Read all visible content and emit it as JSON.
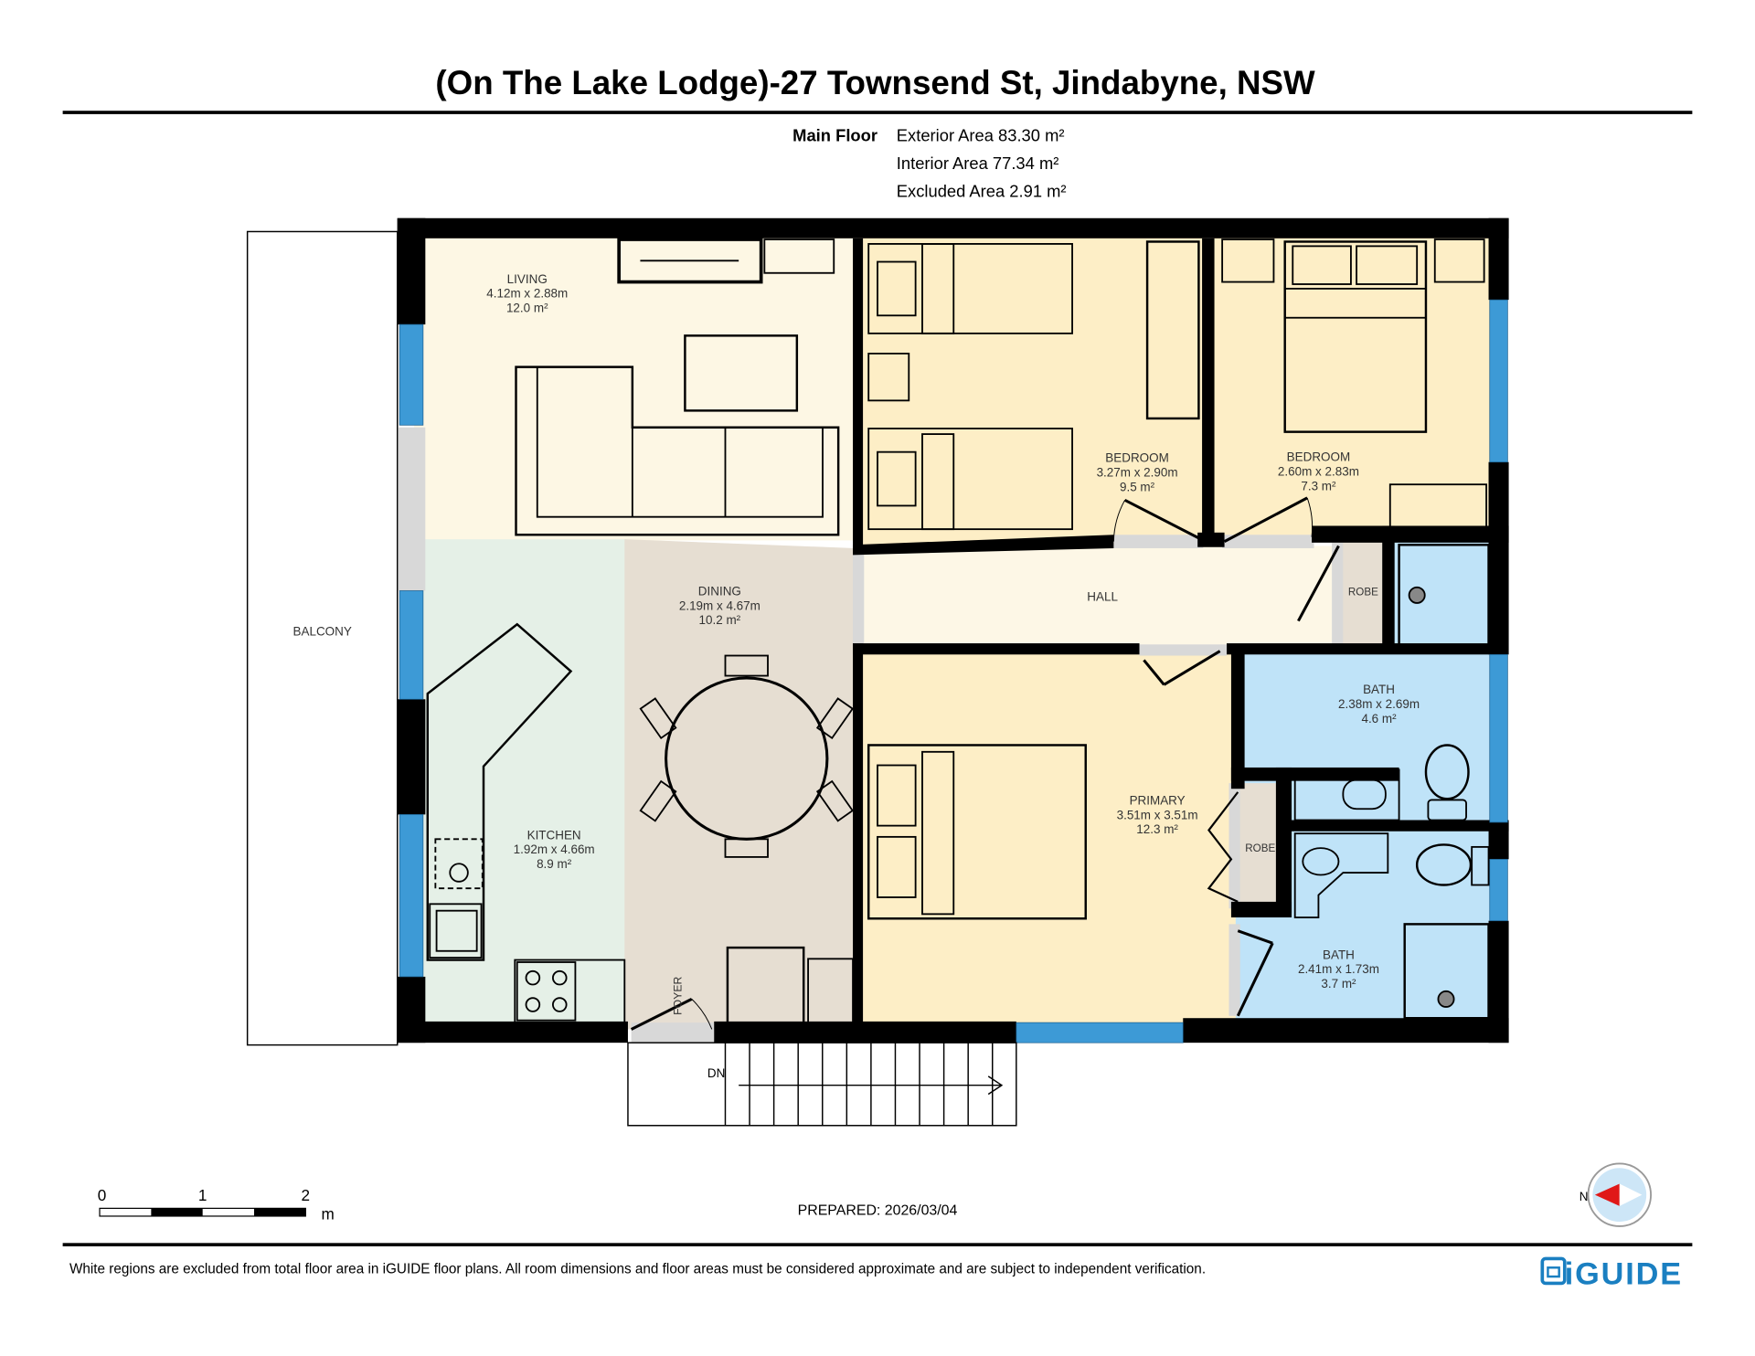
{
  "title": "(On The Lake Lodge)-27 Townsend St, Jindabyne, NSW",
  "summary": {
    "floor": "Main Floor",
    "exterior": "Exterior Area 83.30 m²",
    "interior": "Interior Area 77.34 m²",
    "excluded": "Excluded Area 2.91 m²"
  },
  "rooms": {
    "living": {
      "name": "LIVING",
      "dims": "4.12m x 2.88m",
      "area": "12.0 m²"
    },
    "bedroom1": {
      "name": "BEDROOM",
      "dims": "3.27m x 2.90m",
      "area": "9.5 m²"
    },
    "bedroom2": {
      "name": "BEDROOM",
      "dims": "2.60m x 2.83m",
      "area": "7.3 m²"
    },
    "dining": {
      "name": "DINING",
      "dims": "2.19m x 4.67m",
      "area": "10.2 m²"
    },
    "kitchen": {
      "name": "KITCHEN",
      "dims": "1.92m x 4.66m",
      "area": "8.9 m²"
    },
    "primary": {
      "name": "PRIMARY",
      "dims": "3.51m x 3.51m",
      "area": "12.3 m²"
    },
    "bath1": {
      "name": "BATH",
      "dims": "2.38m x 2.69m",
      "area": "4.6 m²"
    },
    "bath2": {
      "name": "BATH",
      "dims": "2.41m x 1.73m",
      "area": "3.7 m²"
    },
    "hall": {
      "name": "HALL"
    },
    "robe1": {
      "name": "ROBE"
    },
    "robe2": {
      "name": "ROBE"
    },
    "balcony": {
      "name": "BALCONY"
    },
    "foyer": {
      "name": "FOYER"
    },
    "stairs": {
      "name": "DN"
    }
  },
  "scale": {
    "t0": "0",
    "t1": "1",
    "t2": "2",
    "unit": "m"
  },
  "compass": {
    "label": "N"
  },
  "prepared": "PREPARED: 2026/03/04",
  "disclaimer": "White regions are excluded from total floor area in iGUIDE floor plans. All room dimensions and floor areas must be considered approximate and are subject to independent verification.",
  "logo": "iGUIDE",
  "colors": {
    "window": "#3d9ad6",
    "bath": "#bfe3f8",
    "bedroom": "#fdeec6",
    "living": "#fdf7e4",
    "kitchen": "#e5f0e7",
    "dining": "#e6ded2",
    "brand": "#1a7fc1"
  }
}
